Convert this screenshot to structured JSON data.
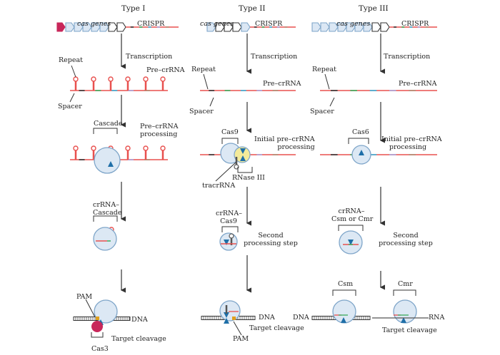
{
  "colors": {
    "rna": "#e8504e",
    "spacers": [
      "#333333",
      "#3aaa5a",
      "#3ab0d8",
      "#a9a0d8",
      "#b08a70"
    ],
    "cas_gene_fill": "#dbe7f4",
    "cas_gene_stroke": "#7ea5c9",
    "cas1_fill": "#c8275a",
    "complex_fill": "#dce8f4",
    "complex_stroke": "#7ea5c9",
    "rnase_fill": "#f3ea9a",
    "cleavage_marker": "#1f6fa8",
    "cas3_fill": "#c8275a",
    "pam": "#e0a020",
    "arrow": "#333333"
  },
  "panels": [
    {
      "title": "Type I",
      "cas_genes_label": "cas genes",
      "crispr_label": "CRISPR",
      "transcription_label": "Transcription",
      "repeat_label": "Repeat",
      "spacer_label": "Spacer",
      "pre_crrna_label": "Pre–crRNA",
      "complex_label": "Cascade",
      "processing_label": [
        "Pre–crRNA",
        "processing"
      ],
      "mature_label": [
        "crRNA–",
        "Cascade"
      ],
      "pam_label": "PAM",
      "dna_label": "DNA",
      "target_label": "Target cleavage",
      "nuclease_label": "Cas3"
    },
    {
      "title": "Type II",
      "cas_genes_label": "cas genes",
      "crispr_label": "CRISPR",
      "transcription_label": "Transcription",
      "repeat_label": "Repeat",
      "spacer_label": "Spacer",
      "pre_crrna_label": "Pre–crRNA",
      "complex_label": "Cas9",
      "processing_label": [
        "Initial pre–crRNA",
        "processing"
      ],
      "rnase_label": "RNase III",
      "tracr_label": "tracrRNA",
      "mature_label": [
        "crRNA–",
        "Cas9"
      ],
      "second_label": [
        "Second",
        "processing step"
      ],
      "pam_label": "PAM",
      "dna_label": "DNA",
      "target_label": "Target cleavage"
    },
    {
      "title": "Type III",
      "cas_genes_label": "cas genes",
      "crispr_label": "CRISPR",
      "transcription_label": "Transcription",
      "repeat_label": "Repeat",
      "spacer_label": "Spacer",
      "pre_crrna_label": "Pre–crRNA",
      "complex_label": "Cas6",
      "processing_label": [
        "Initial pre–crRNA",
        "processing"
      ],
      "mature_label": [
        "crRNA–",
        "Csm or Cmr"
      ],
      "second_label": [
        "Second",
        "processing step"
      ],
      "csm_label": "Csm",
      "cmr_label": "Cmr",
      "dna_label": "DNA",
      "rna_label": "RNA",
      "target_label": "Target cleavage"
    }
  ]
}
